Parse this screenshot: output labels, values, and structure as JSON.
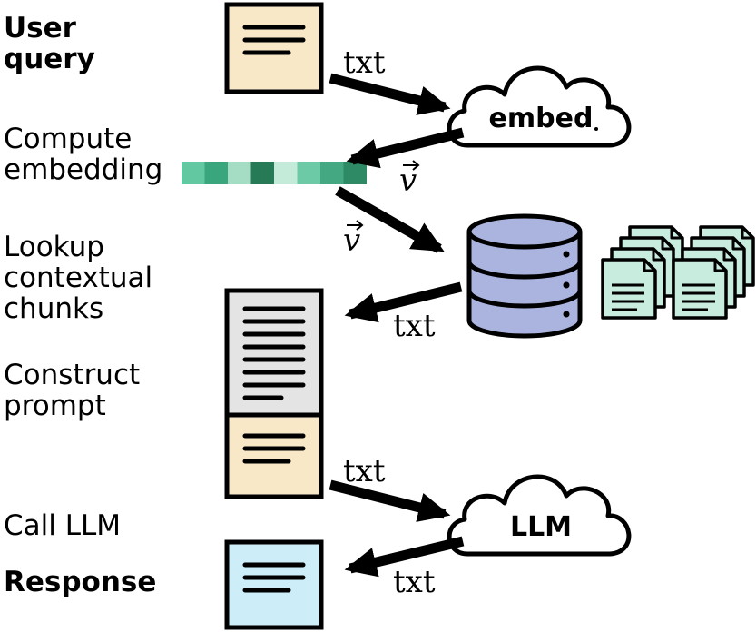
{
  "steps": {
    "user_query": "User\nquery",
    "compute_embedding": "Compute\nembedding",
    "lookup": "Lookup\ncontextual\nchunks",
    "construct": "Construct\nprompt",
    "call_llm": "Call LLM",
    "response": "Response"
  },
  "services": {
    "embed": "embed",
    "llm": "LLM"
  },
  "edge_labels": {
    "query_to_embed": "txt",
    "embed_to_vector": "v",
    "vector_to_db": "v",
    "db_to_prompt": "txt",
    "prompt_to_llm": "txt",
    "llm_to_response": "txt"
  },
  "colors": {
    "query_doc": "#f8e8c8",
    "context_doc": "#e4e4e4",
    "response_doc": "#cdeef8",
    "database": "#aab4df",
    "chunk_doc": "#c8ecde",
    "embedding_cells": [
      "#62c8a2",
      "#3aa67e",
      "#a4ddc4",
      "#277a56",
      "#c4ebda",
      "#6ccaa6",
      "#44a882",
      "#2e8a64"
    ]
  }
}
